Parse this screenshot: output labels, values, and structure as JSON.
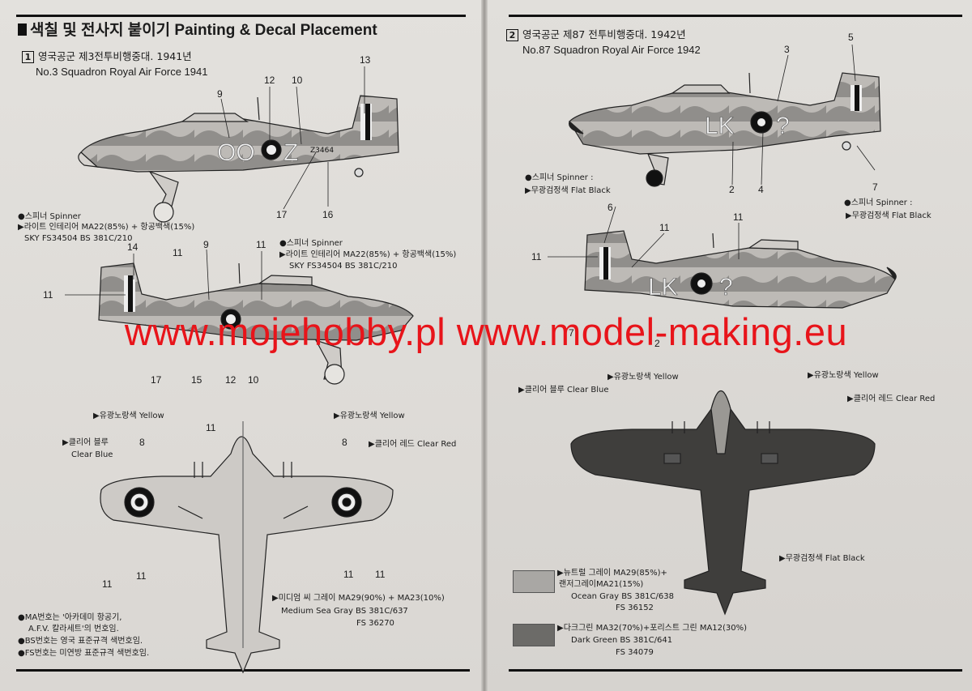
{
  "left": {
    "title": "색칠 및 전사지 붙이기 Painting & Decal Placement",
    "section1": {
      "num": "1",
      "korean": "영국공군 제3전투비행중대. 1941년",
      "english": "No.3 Squadron Royal Air Force 1941",
      "markings": "OO",
      "code_letter": "Z",
      "serial": "Z3464"
    },
    "spinner_note_1": {
      "label": "●스피너 Spinner",
      "paint": "▶라이트 인테리어 MA22(85%) + 항공백색(15%)",
      "spec": "SKY FS34504 BS 381C/210"
    },
    "spinner_note_2": {
      "label": "●스피너 Spinner",
      "paint": "▶라이트 인테리어 MA22(85%) + 항공백색(15%)",
      "spec": "SKY FS34504 BS 381C/210"
    },
    "yellow_1": "▶유광노랑색 Yellow",
    "yellow_2": "▶유광노랑색 Yellow",
    "clear_blue_ko": "▶클리어 블루",
    "clear_blue_en": "Clear Blue",
    "clear_red": "▶클리어 레드 Clear Red",
    "sea_gray": {
      "ko": "▶미디엄 씨 그레이 MA29(90%) + MA23(10%)",
      "en": "Medium Sea Gray BS 381C/637",
      "fs": "FS 36270"
    },
    "notes": [
      "●MA번호는 '아카데미 항공기,",
      "A.F.V. 칼라세트'의 번호임.",
      "●BS번호는 영국 표준규격 색번호임.",
      "●FS번호는 미연방 표준규격 색번호임."
    ],
    "callouts": {
      "c13": "13",
      "c12a": "12",
      "c10a": "10",
      "c9a": "9",
      "c17a": "17",
      "c16": "16",
      "c14": "14",
      "c11a": "11",
      "c11b": "11",
      "c9b": "9",
      "c11c": "11",
      "c17b": "17",
      "c15": "15",
      "c12b": "12",
      "c10b": "10",
      "c11d": "11",
      "c8a": "8",
      "c8b": "8",
      "c11e": "11",
      "c11f": "11",
      "c11g": "11",
      "c11h": "11"
    }
  },
  "right": {
    "section2": {
      "num": "2",
      "korean": "영국공군 제87 전투비행중대. 1942년",
      "english": "No.87 Squadron Royal Air Force 1942",
      "code_left": "LK",
      "code_right": "?"
    },
    "spinner_a": {
      "label": "●스피너 Spinner :",
      "paint": "▶무광검정색 Flat Black"
    },
    "spinner_b": {
      "label": "●스피너 Spinner :",
      "paint": "▶무광검정색 Flat Black"
    },
    "yellow_1": "▶유광노랑색 Yellow",
    "yellow_2": "▶유광노랑색 Yellow",
    "clear_blue": "▶클리어 블루 Clear Blue",
    "clear_red": "▶클리어 레드 Clear Red",
    "flat_black": "▶무광검정색 Flat Black",
    "ocean_gray": {
      "ko1": "▶뉴트럴 그레이 MA29(85%)+",
      "ko2": "랜저그레이MA21(15%)",
      "en": "Ocean Gray BS 381C/638",
      "fs": "FS 36152",
      "color": "#a9a7a4"
    },
    "dark_green": {
      "ko": "▶다크그린 MA32(70%)+포리스트 그린 MA12(30%)",
      "en": "Dark Green BS 381C/641",
      "fs": "FS 34079",
      "color": "#6c6b68"
    },
    "callouts": {
      "c5": "5",
      "c3": "3",
      "c7a": "7",
      "c2a": "2",
      "c4": "4",
      "c6": "6",
      "c11a": "11",
      "c11b": "11",
      "c11c": "11",
      "c7b": "7",
      "c2b": "2"
    }
  },
  "watermark": "www.mojehobby.pl www.model-making.eu"
}
